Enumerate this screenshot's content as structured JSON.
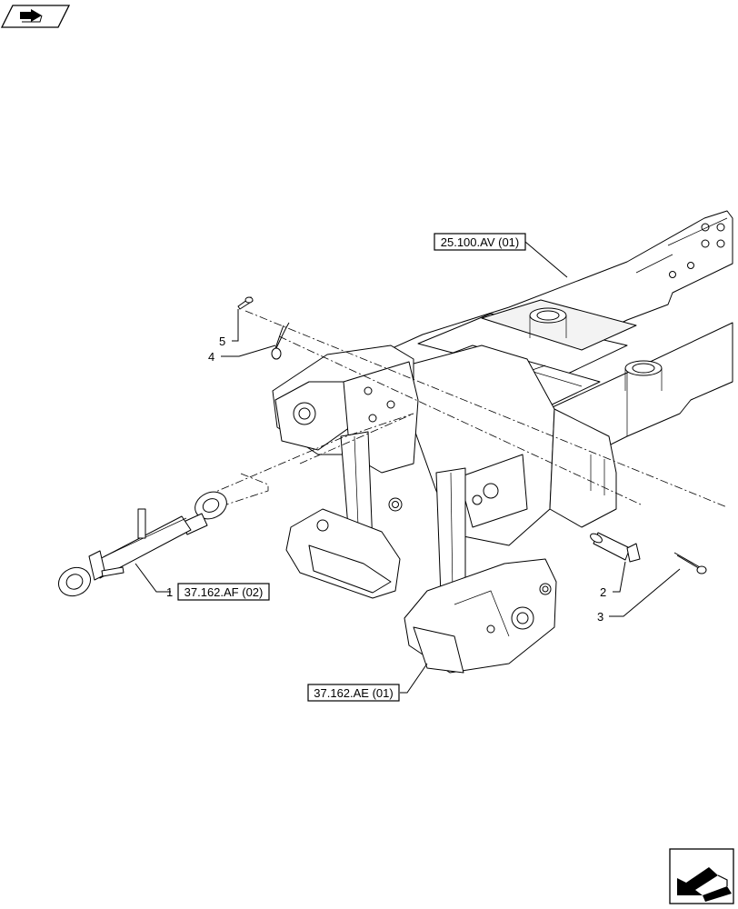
{
  "nav": {
    "top_icon": "book-arrow-icon",
    "bottom_icon": "next-page-arrow-icon"
  },
  "references": {
    "frame": "25.100.AV (01)",
    "top_link": "37.162.AF (02)",
    "hitch": "37.162.AE (01)"
  },
  "callouts": [
    "1",
    "2",
    "3",
    "4",
    "5"
  ],
  "colors": {
    "line": "#000000",
    "background": "#ffffff"
  }
}
